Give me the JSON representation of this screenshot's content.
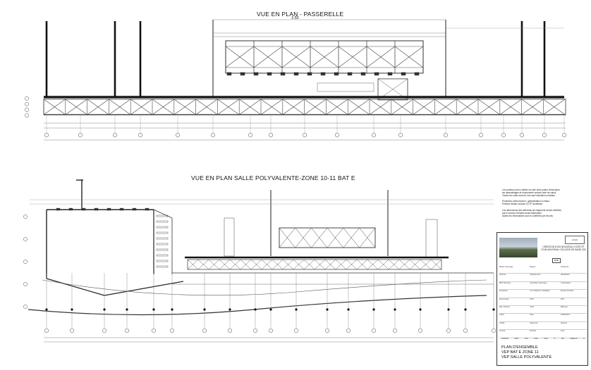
{
  "drawing": {
    "title_top": "VUE EN PLAN - PASSERELLE",
    "scale_top": "1:50",
    "title_bottom": "VUE EN PLAN SALLE POLYVALENTE-ZONE 10-11 BAT E"
  },
  "notes": {
    "lines": [
      "Les portées sont à vérifier sur site selon plans d'exécution",
      "les assemblages et boulonnerie suivant note de calcul",
      "Toutes les cotes sont en mm sauf indication contraire",
      "",
      "Protection anticorrosion : galvanisation à chaud",
      "Peinture finition suivant CCTP architecte",
      "",
      "Les dimensions des éléments de charpente seront vérifiées",
      "par le bureau d'études avant fabrication",
      "toutes les réservations sont à confirmer par les lots"
    ]
  },
  "cartouche": {
    "logo_label": "LOGO",
    "project_lines": [
      "CREATION D'UN NOUVEAU LYCEE ET",
      "D'UN NOUVEAU COLLEGE DE BASE 200"
    ],
    "phase": "EXE",
    "rows": [
      [
        "Maître d'ouvrage",
        "Région",
        "Architecte"
      ],
      [
        "Adresse",
        "Département",
        "Mandataire"
      ],
      [
        "BET Structure",
        "Contrôleur technique",
        "Coordination"
      ],
      [
        "Entreprise",
        "Lot charpente métallique",
        "Bureau d'études"
      ],
      [
        "Économiste",
        "OPC",
        "SPS"
      ],
      [
        "Réf. chantier",
        "Zone",
        "Bâtiment"
      ],
      [
        "Indice",
        "Date",
        "Modification"
      ],
      [
        "Vérifié",
        "Approuvé",
        "Dessiné"
      ],
      [
        "Format",
        "Échelle",
        "Folio"
      ]
    ],
    "ref_codes": [
      "DOEXE",
      "CRG",
      "ZL0",
      "ZCE",
      "CHA",
      "S",
      "AD",
      "KAELA0",
      "A"
    ],
    "plan_lines": [
      "PLAN D'ENSEMBLE",
      "VEP BAT E ZONE 11",
      "VEP SALLE POLYVALENTE"
    ]
  }
}
